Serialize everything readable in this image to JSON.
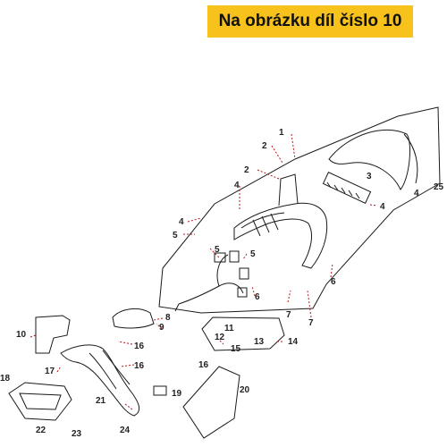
{
  "banner": {
    "text": "Na obrázku díl číslo 10",
    "color": "#f6c21b"
  },
  "colors": {
    "leader": "#b8161b",
    "outline": "#1a1a1a"
  },
  "callouts": [
    "1",
    "2",
    "2",
    "3",
    "4",
    "4",
    "4",
    "4",
    "5",
    "5",
    "5",
    "6",
    "6",
    "7",
    "7",
    "8",
    "9",
    "10",
    "11",
    "12",
    "13",
    "14",
    "15",
    "16",
    "16",
    "16",
    "17",
    "18",
    "19",
    "20",
    "21",
    "22",
    "23",
    "24",
    "25"
  ]
}
